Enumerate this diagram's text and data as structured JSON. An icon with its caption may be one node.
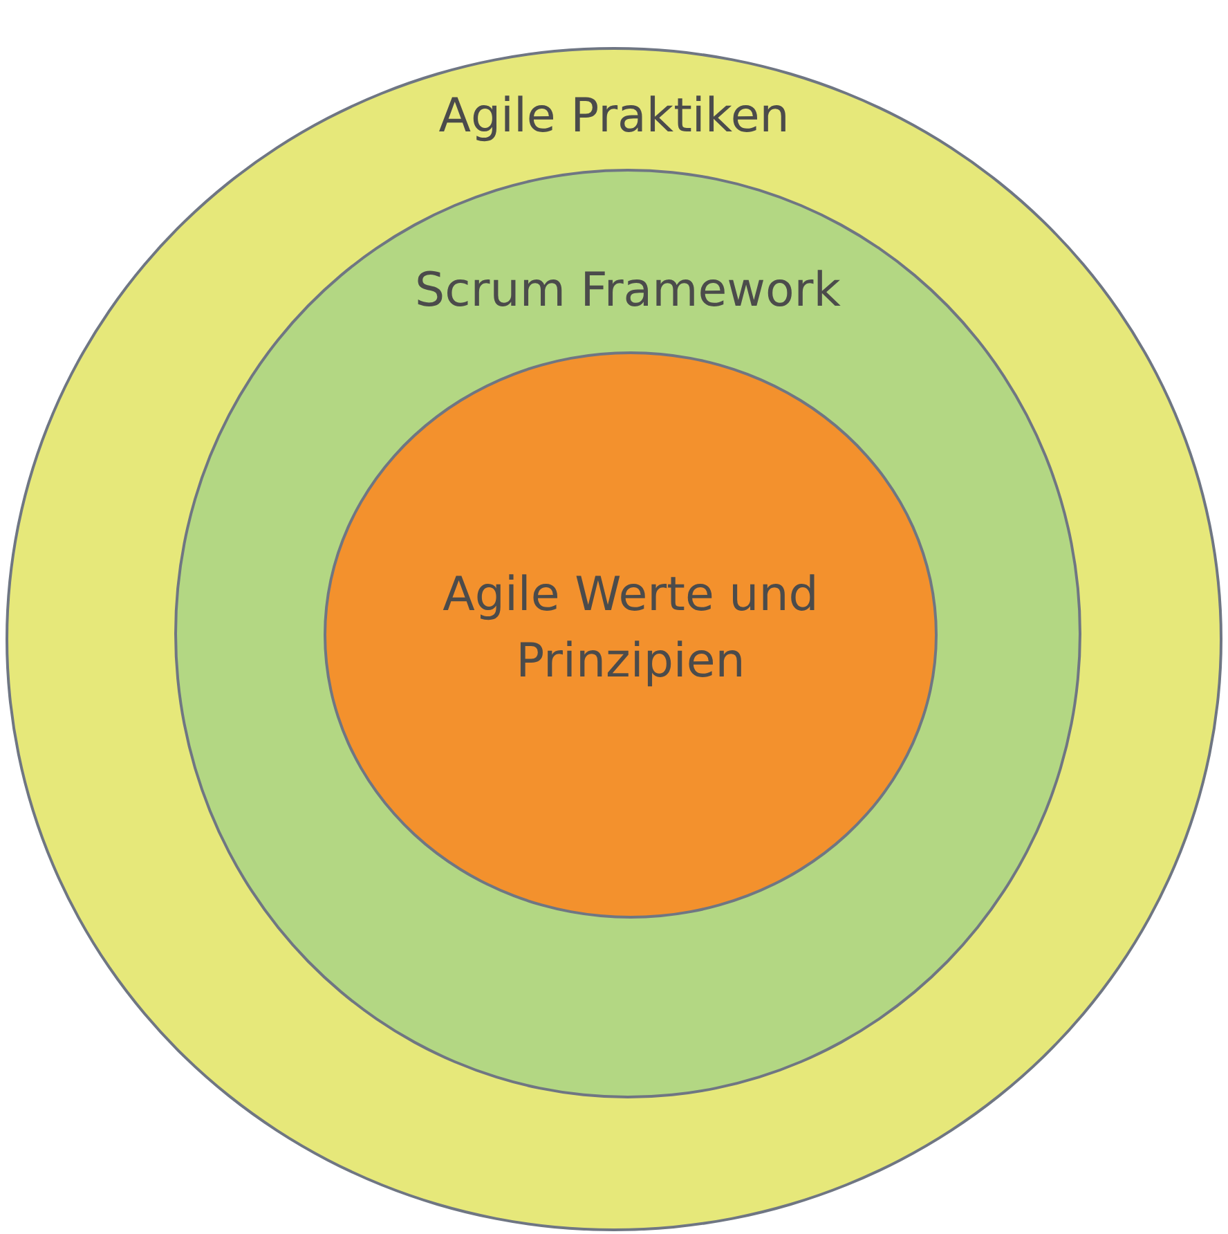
{
  "diagram": {
    "nodes": [
      {
        "text": [
          "Agile Praktiken"
        ]
      },
      {
        "text": [
          "Scrum Framework"
        ],
        "in": 0
      },
      {
        "text": [
          "Agile Werte und Prinzipien"
        ],
        "in": 1
      }
    ]
  }
}
